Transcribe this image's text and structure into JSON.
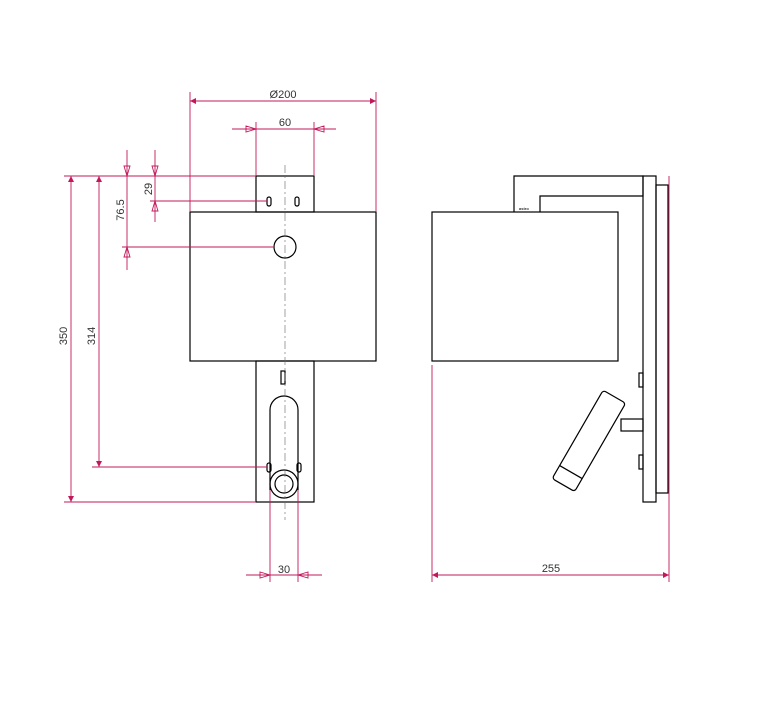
{
  "colors": {
    "dimension": "#c2185b",
    "outline": "#000000",
    "text": "#333333"
  },
  "dimensions": {
    "diameter": "Ø200",
    "top_width": "60",
    "offset_small": "29",
    "offset_hole": "76.5",
    "total_height": "350",
    "reading_height": "314",
    "spot_width": "30",
    "projection": "255"
  },
  "side_view": {
    "logo": "astro"
  }
}
